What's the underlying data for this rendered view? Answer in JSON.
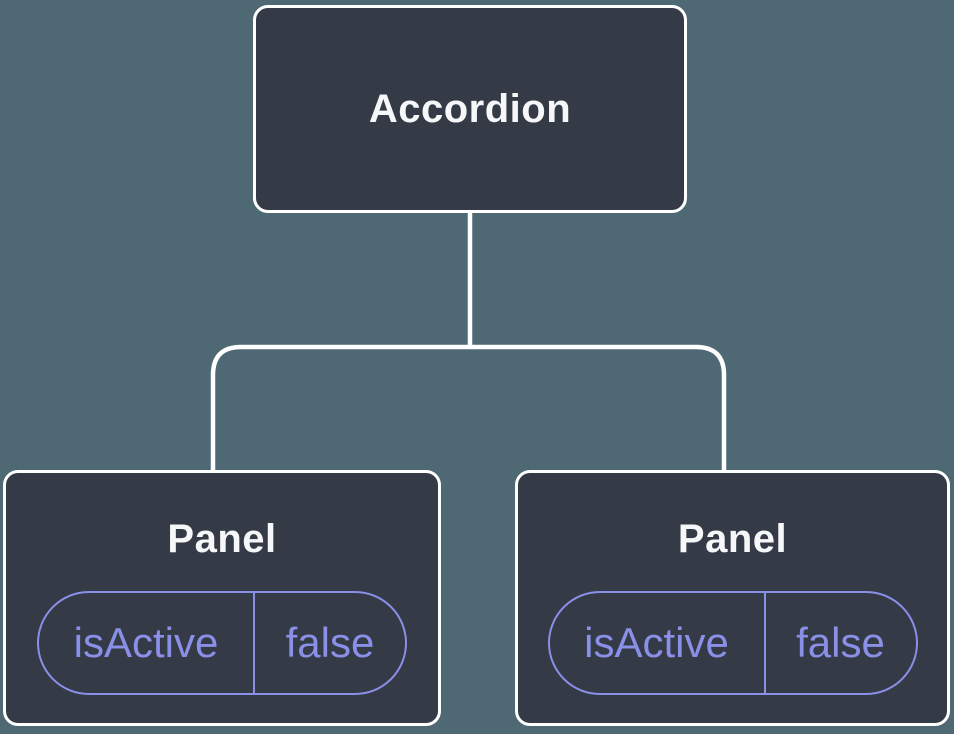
{
  "tree": {
    "root": {
      "label": "Accordion"
    },
    "children": [
      {
        "label": "Panel",
        "state": {
          "key": "isActive",
          "value": "false"
        }
      },
      {
        "label": "Panel",
        "state": {
          "key": "isActive",
          "value": "false"
        }
      }
    ]
  },
  "colors": {
    "canvas_background": "#4e6973",
    "node_background": "#343a46",
    "node_border": "#ffffff",
    "node_text": "#f6f7f9",
    "state_pill": "#8a90e8",
    "connector": "#ffffff"
  }
}
